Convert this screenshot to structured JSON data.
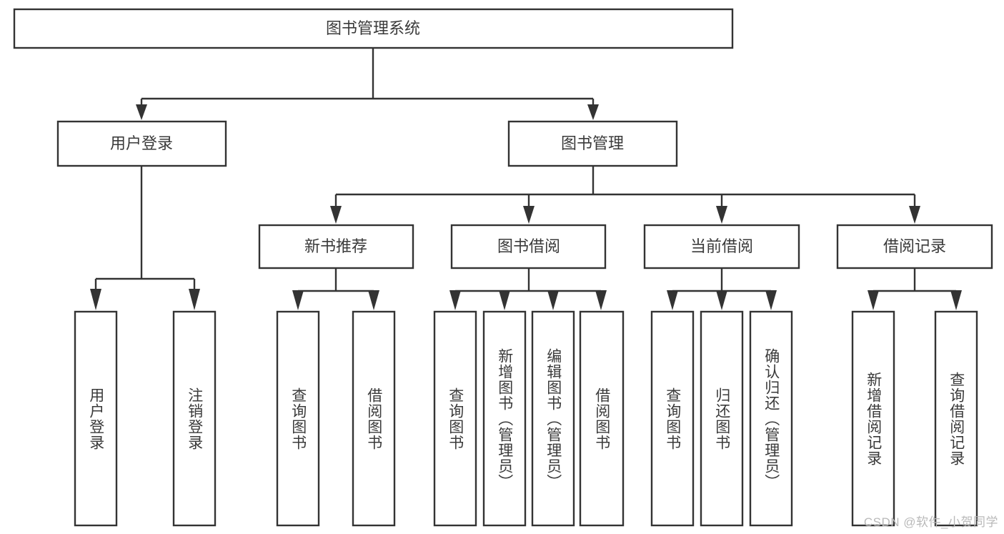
{
  "diagram": {
    "type": "tree",
    "title": "图书管理系统",
    "watermark": "CSDN @软件_小贺同学",
    "colors": {
      "stroke": "#333333",
      "fill": "#ffffff",
      "text": "#3a3a3a",
      "watermark": "#b9b9b9",
      "background": "#ffffff"
    },
    "nodes": {
      "root": "图书管理系统",
      "level2": {
        "user_login": "用户登录",
        "book_manage": "图书管理"
      },
      "level3": {
        "new_book_rec": "新书推荐",
        "book_borrow": "图书借阅",
        "current_borrow": "当前借阅",
        "borrow_record": "借阅记录"
      },
      "leaves": {
        "user_login_1": "用户登录",
        "user_login_2": "注销登录",
        "new_book_rec_1": "查询图书",
        "new_book_rec_2": "借阅图书",
        "book_borrow_1": "查询图书",
        "book_borrow_2": "新增图书（管理员）",
        "book_borrow_3": "编辑图书（管理员）",
        "book_borrow_4": "借阅图书",
        "current_borrow_1": "查询图书",
        "current_borrow_2": "归还图书",
        "current_borrow_3": "确认归还（管理员）",
        "borrow_record_1": "新增借阅记录",
        "borrow_record_2": "查询借阅记录"
      }
    }
  }
}
